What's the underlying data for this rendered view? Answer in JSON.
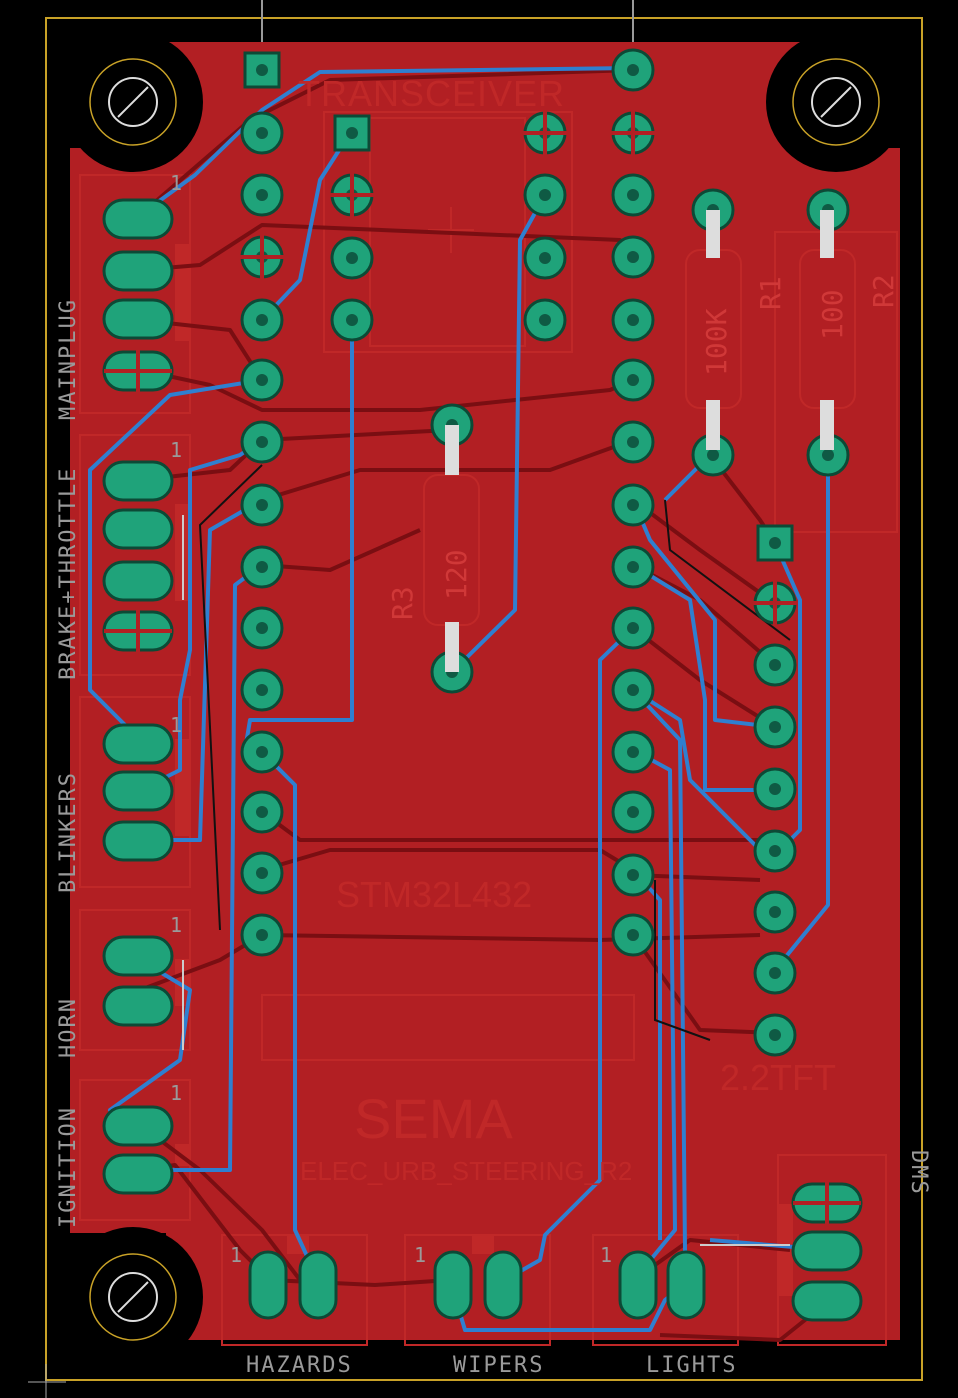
{
  "board": {
    "name": "SEMA",
    "project": "ELEC_URB_STEERING_R2",
    "mcu": "STM32L432",
    "transceiver": "TRANSCEIVER",
    "display": "2.2TFT"
  },
  "connectors": {
    "mainplug": "MAINPLUG",
    "brake_throttle": "BRAKE+THROTTLE",
    "blinkers": "BLINKERS",
    "horn": "HORN",
    "ignition": "IGNITION",
    "hazards": "HAZARDS",
    "wipers": "WIPERS",
    "lights": "LIGHTS",
    "dms": "DMS",
    "pin1": "1"
  },
  "resistors": {
    "r1": {
      "ref": "R1",
      "value": "100K"
    },
    "r2": {
      "ref": "R2",
      "value": "100"
    },
    "r3": {
      "ref": "R3",
      "value": "120"
    }
  },
  "colors": {
    "background": "#000000",
    "copper_top": "#b21f23",
    "copper_bottom": "#2f7fd0",
    "pad": "#1fa37a",
    "silkscreen": "#c02828",
    "board_edge": "#c9a227",
    "dimension": "#9a9a9a"
  }
}
